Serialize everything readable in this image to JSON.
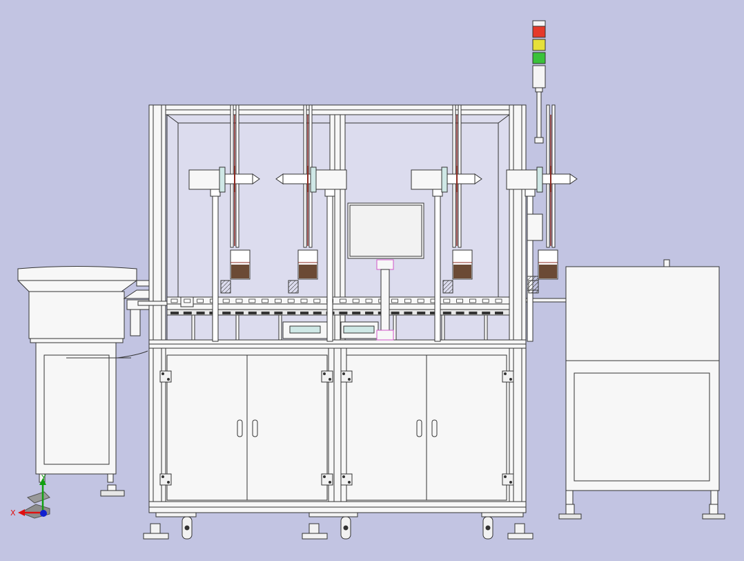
{
  "viewport": {
    "background": "#c2c4e2",
    "line_color": "#3a3a3a",
    "fill_color": "#f7f7f7",
    "glass_color": "#dcdcee"
  },
  "triad": {
    "x_label": "X",
    "y_label": "Y",
    "x_color": "#e01010",
    "y_color": "#10a010",
    "z_color": "#1020d0"
  },
  "signal_tower": {
    "colors": [
      "#e53a2a",
      "#e6e03a",
      "#3ac23a"
    ]
  },
  "model": {
    "feeder_bowl": {
      "icon": "vibratory-bowl-feeder"
    },
    "main_frame": {
      "icon": "aluminum-profile-frame",
      "cabinet_doors": 4
    },
    "workstations": 4,
    "right_unit": {
      "icon": "control-cabinet"
    },
    "accent_colors": {
      "cup": "#6b4a35",
      "rod": "#8b2a20",
      "teal": "#4a9a96",
      "pink": "#d055c8"
    }
  }
}
